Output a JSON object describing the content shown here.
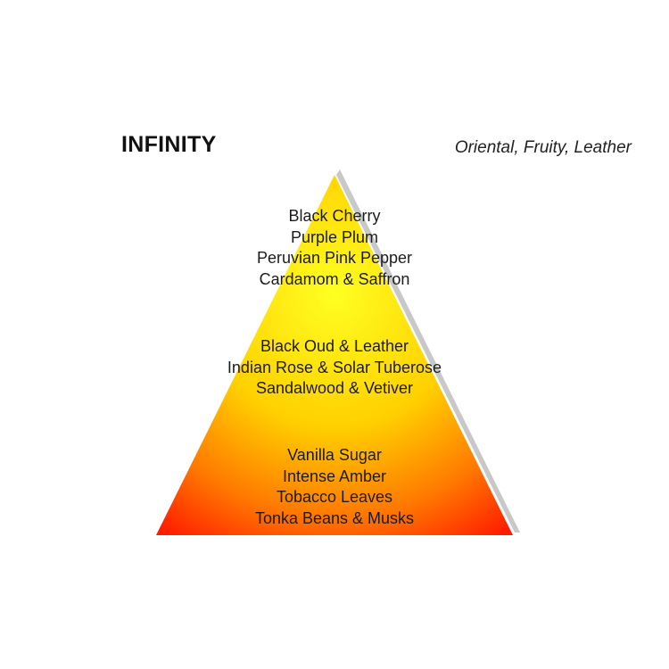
{
  "header": {
    "title": "INFINITY",
    "subtitle": "Oriental, Fruity, Leather"
  },
  "pyramid": {
    "colors": {
      "apex": "#ffff22",
      "base": "#ff1a00",
      "shadow": "#c8c8c8"
    },
    "tiers": [
      {
        "notes": [
          "Black Cherry",
          "Purple Plum",
          "Peruvian Pink Pepper",
          "Cardamom & Saffron"
        ]
      },
      {
        "notes": [
          "Black Oud & Leather",
          "Indian Rose & Solar Tuberose",
          "Sandalwood & Vetiver"
        ]
      },
      {
        "notes": [
          "Vanilla Sugar",
          "Intense Amber",
          "Tobacco Leaves",
          "Tonka Beans & Musks"
        ]
      }
    ]
  }
}
